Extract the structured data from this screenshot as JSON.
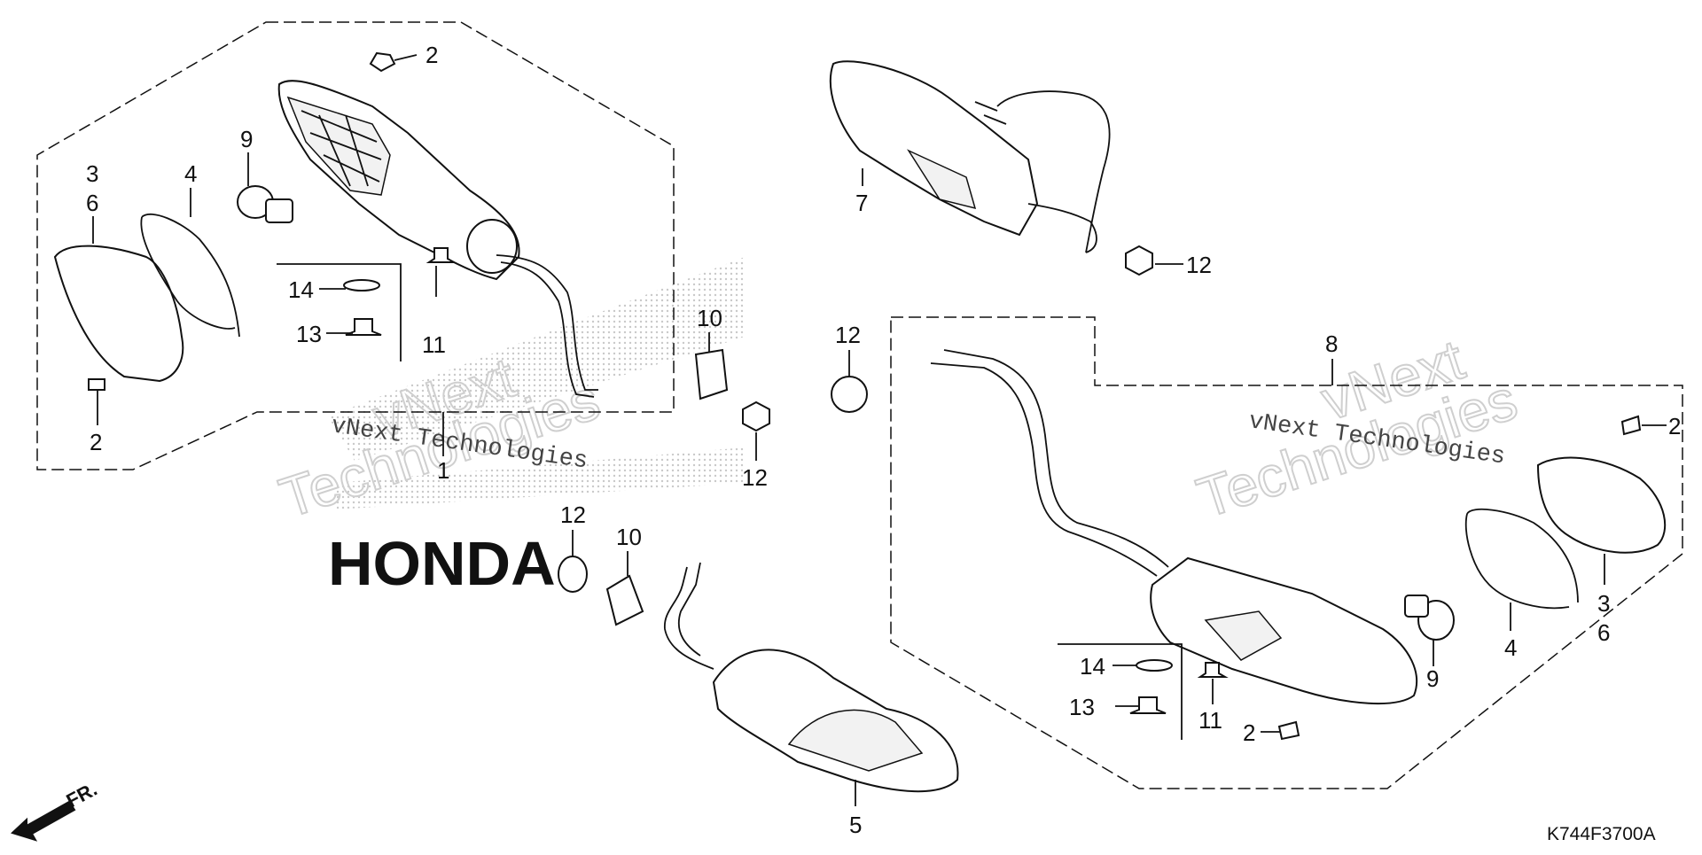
{
  "diagram": {
    "part_code": "K744F3700A",
    "front_indicator": "FR.",
    "watermark_text": "vNext Technologies",
    "watermark_big_1": "vNext",
    "watermark_big_2": "Technologies",
    "brand_watermark": "HONDA"
  },
  "callouts": {
    "n1": "1",
    "n2": "2",
    "n3": "3",
    "n4": "4",
    "n5": "5",
    "n6": "6",
    "n7": "7",
    "n8": "8",
    "n9": "9",
    "n10": "10",
    "n11": "11",
    "n12": "12",
    "n13": "13",
    "n14": "14"
  }
}
